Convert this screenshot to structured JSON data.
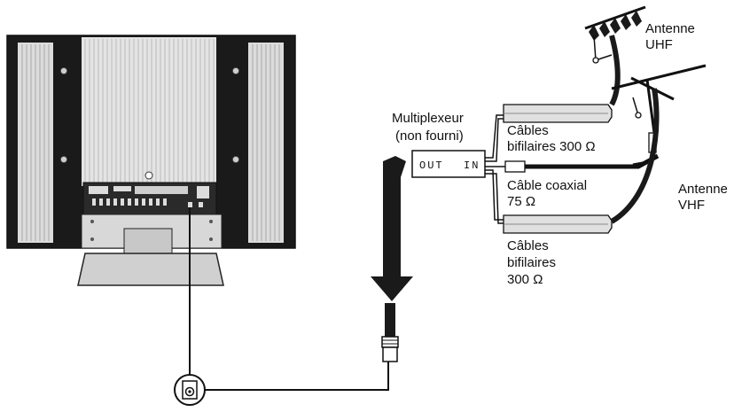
{
  "labels": {
    "antenne_uhf": [
      "Antenne",
      "UHF"
    ],
    "antenne_vhf": [
      "Antenne",
      "VHF"
    ],
    "multiplexeur": [
      "Multiplexeur",
      "(non fourni)"
    ],
    "cables_bifilaires_top": [
      "Câbles",
      "bifilaires 300 Ω"
    ],
    "cable_coaxial": [
      "Câble coaxial",
      "75 Ω"
    ],
    "cables_bifilaires_bottom": [
      "Câbles",
      "bifilaires",
      "300 Ω"
    ]
  },
  "combiner": {
    "out_label": "OUT",
    "in_label": "IN"
  },
  "colors": {
    "line": "#111111",
    "tv_dark": "#1a1a1a",
    "tv_grille": "#dcdcdc",
    "cable_grey": "#bdbdbd"
  }
}
